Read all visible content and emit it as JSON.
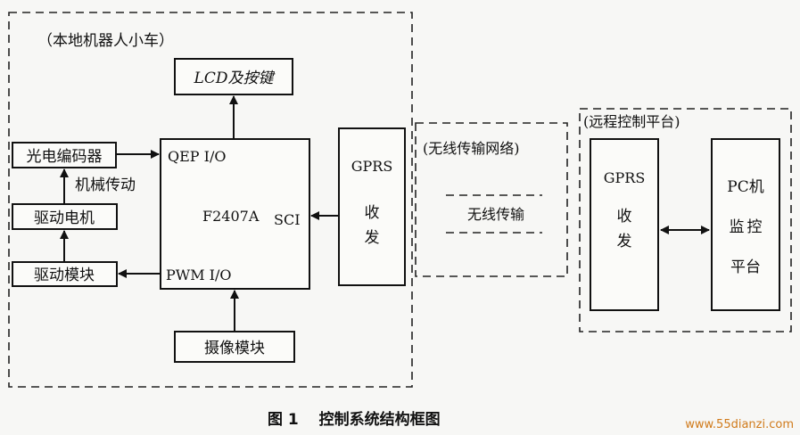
{
  "groups": {
    "local": "（本地机器人小车）",
    "wireless": "(无线传输网络)",
    "remote": "(远程控制平台)"
  },
  "blocks": {
    "lcd": "LCD及按键",
    "encoder": "光电编码器",
    "motor": "驱动电机",
    "driver": "驱动模块",
    "camera": "摄像模块",
    "dsp": {
      "qep": "QEP  I/O",
      "chip": "F2407A",
      "sci": "SCI",
      "pwm": "PWM I/O"
    },
    "gprs_local": [
      "GPRS",
      "收",
      "发"
    ],
    "wireless_tx": "无线传输",
    "gprs_remote": [
      "GPRS",
      "收",
      "发"
    ],
    "pc": [
      "PC机",
      "监",
      "控",
      "平台"
    ]
  },
  "labels": {
    "mech": "机械传动"
  },
  "caption": "图 1　 控制系统结构框图",
  "watermark": "www.55dianzi.com"
}
